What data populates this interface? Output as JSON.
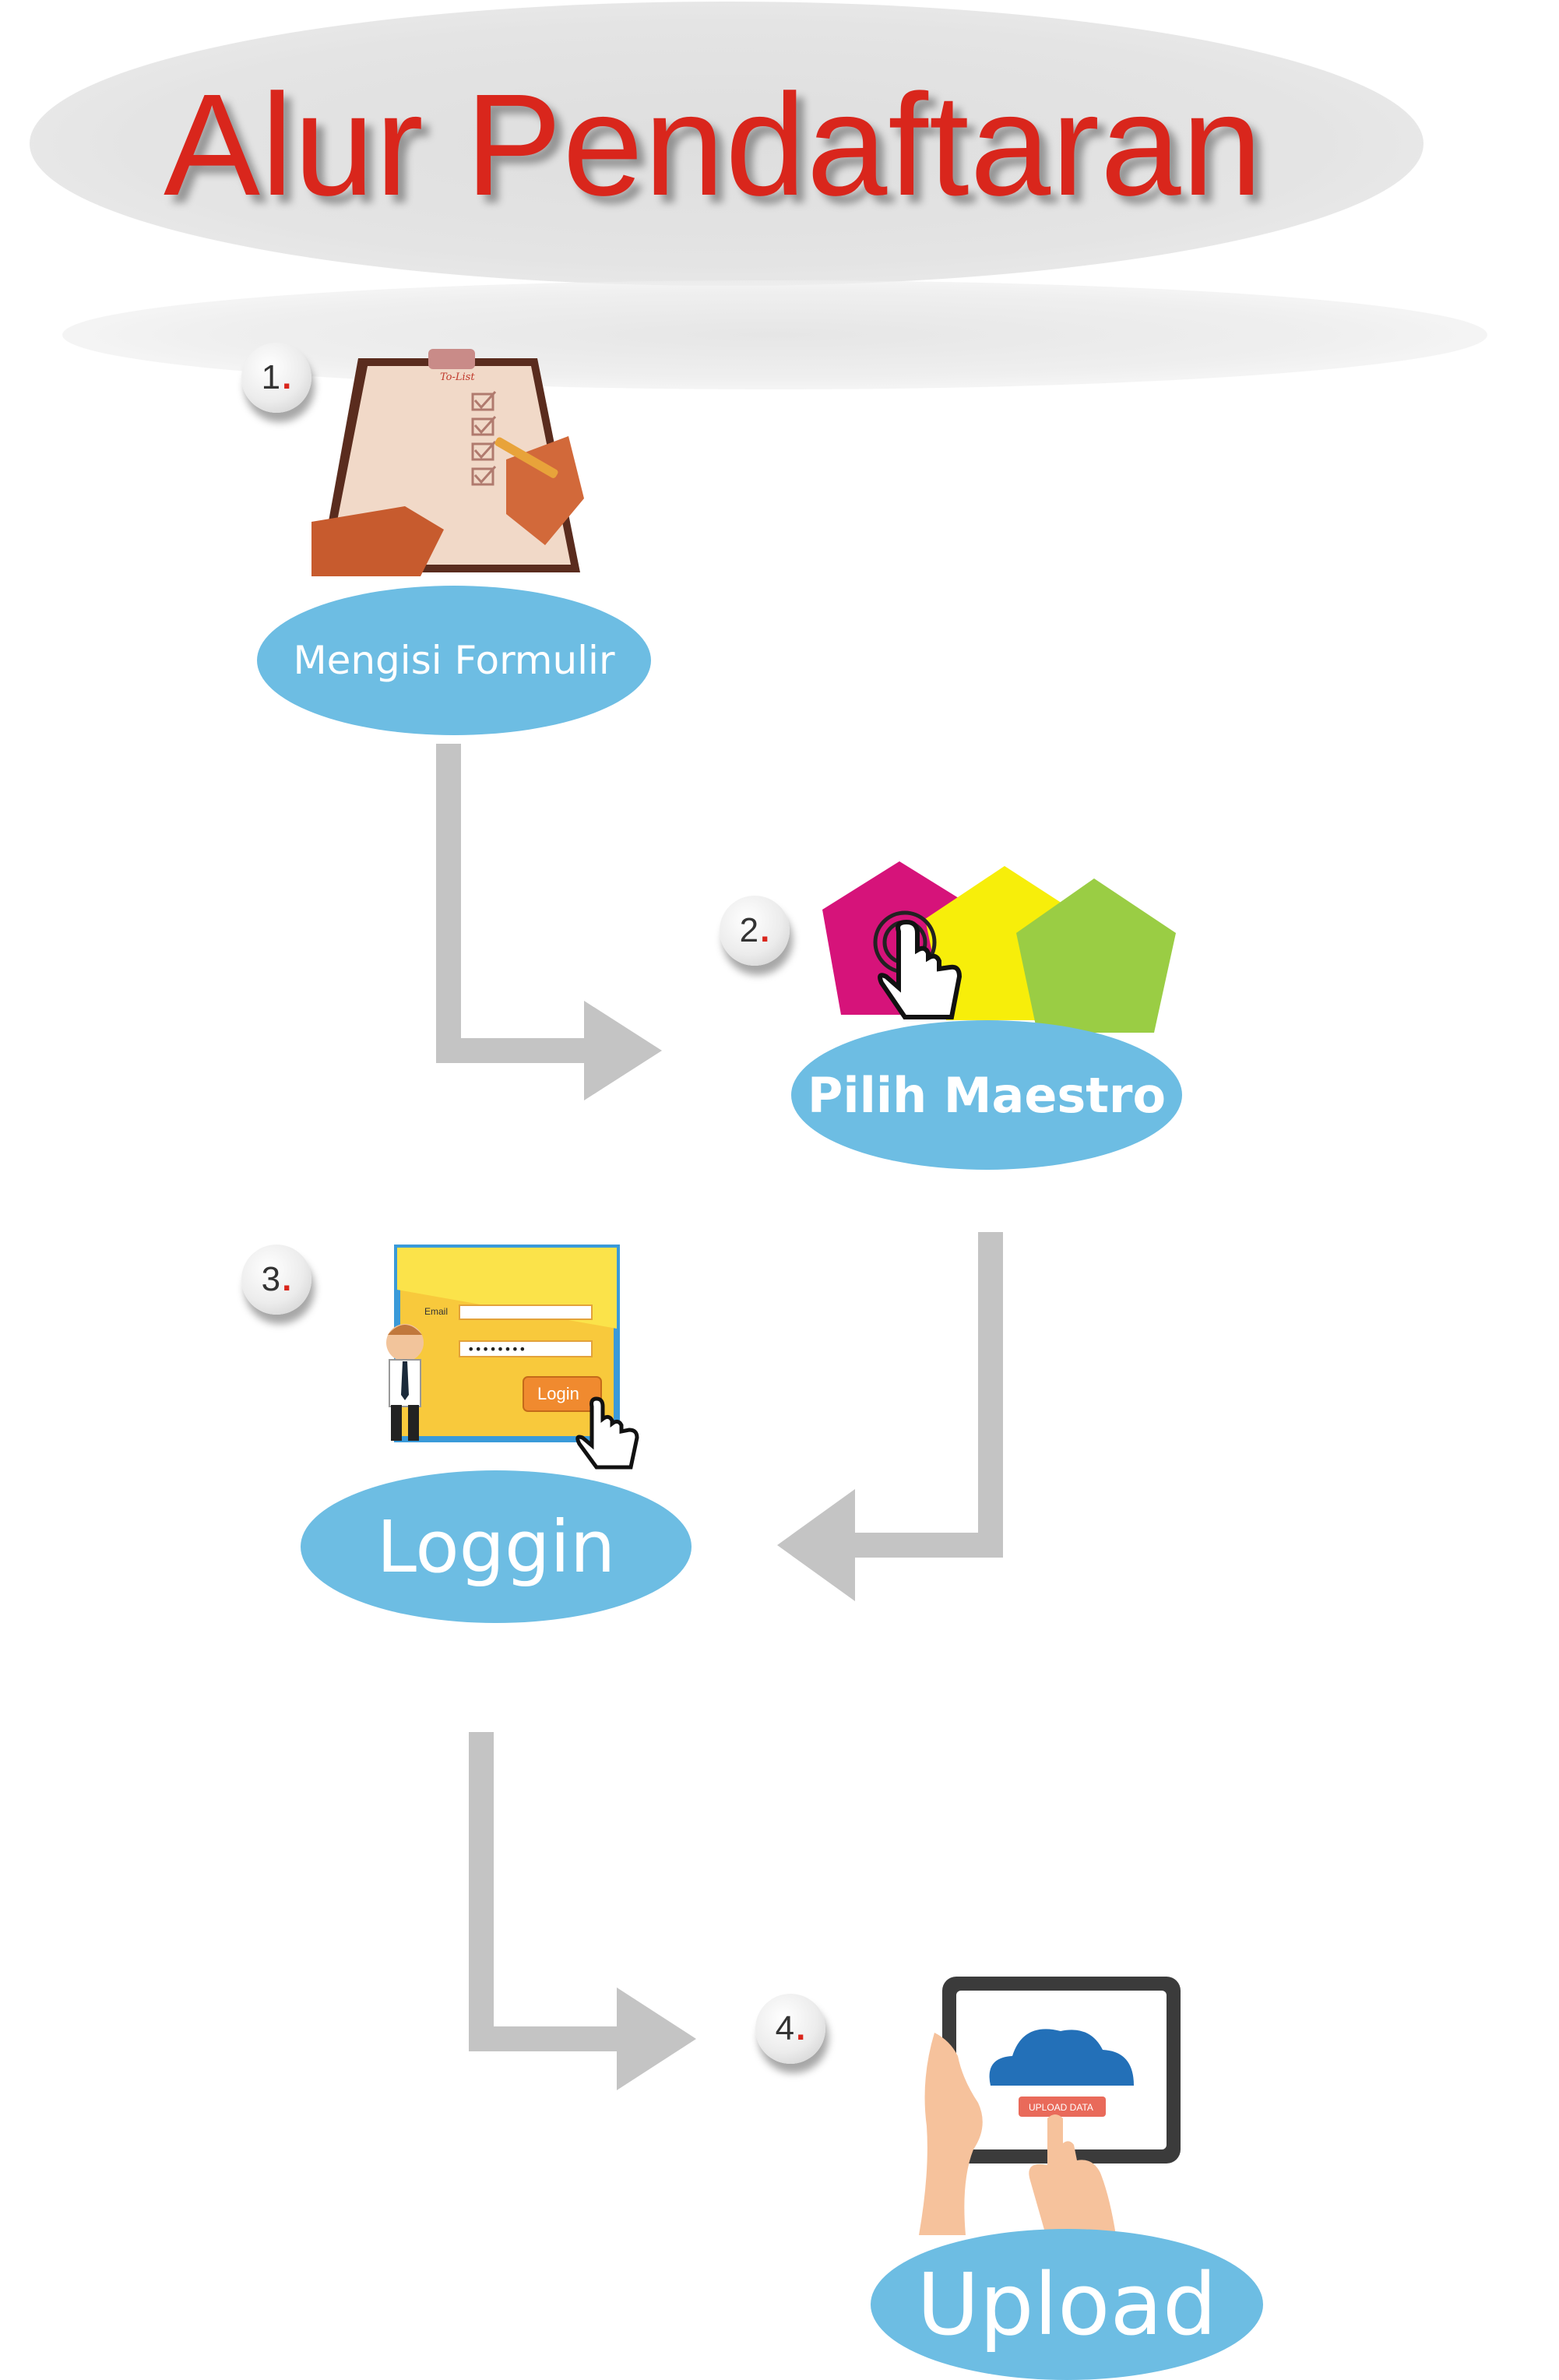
{
  "title": "Alur Pendaftaran",
  "steps": [
    {
      "number": "1",
      "label": "Mengisi Formulir",
      "icon": "checklist-clipboard-icon"
    },
    {
      "number": "2",
      "label": "Pilih Maestro",
      "icon": "pentagon-touch-icon"
    },
    {
      "number": "3",
      "label": "Loggin",
      "icon": "login-form-icon"
    },
    {
      "number": "4",
      "label": "Upload",
      "icon": "tablet-upload-icon"
    }
  ],
  "illustration_text": {
    "checklist_title": "To-List",
    "login_email": "Email",
    "login_password": "••••••••",
    "login_button": "Login",
    "upload_button": "UPLOAD DATA"
  },
  "colors": {
    "title": "#d9261c",
    "pill": "#6dbde3",
    "arrow": "#c4c4c4",
    "badge_dot": "#d9261c"
  }
}
